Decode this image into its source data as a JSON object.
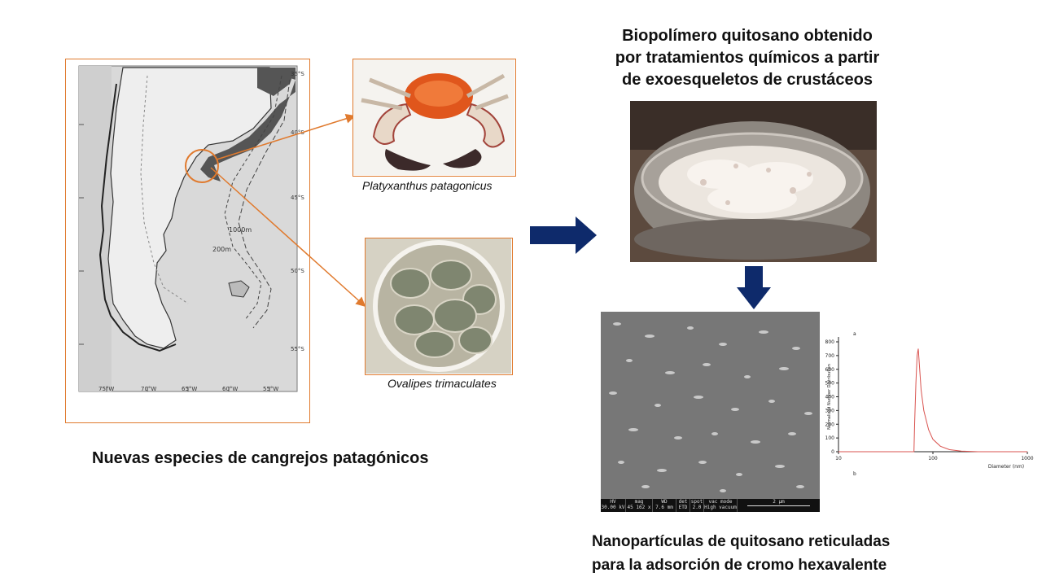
{
  "colors": {
    "accent_orange": "#e07a2e",
    "arrow_navy": "#0e2a6b",
    "land_dark": "#555555",
    "chart_line": "#d9534f"
  },
  "labels": {
    "chitosan_title": "Biopolímero quitosano obtenido\npor tratamientos químicos a partir\nde exoesqueletos de crustáceos",
    "crab1_name": "Platyxanthus patagonicus",
    "crab2_name": "Ovalipes trimaculates",
    "crabs_caption": "Nuevas especies de cangrejos patagónicos",
    "nano_caption": "Nanopartículas de quitosano reticuladas\npara la adsorción de cromo hexavalente"
  },
  "map": {
    "lat_labels": [
      "35°S",
      "40°S",
      "45°S",
      "50°S",
      "55°S"
    ],
    "lon_labels": [
      "75°W",
      "70°W",
      "65°W",
      "60°W",
      "55°W"
    ],
    "depth_labels": [
      "1000m",
      "200m"
    ]
  },
  "sem": {
    "cols": [
      {
        "head": "HV",
        "val": "30.00 kV"
      },
      {
        "head": "mag",
        "val": "45 162 x"
      },
      {
        "head": "WD",
        "val": "7.6 mm"
      },
      {
        "head": "det",
        "val": "ETD"
      },
      {
        "head": "spot",
        "val": "2.0"
      },
      {
        "head": "vac mode",
        "val": "High vacuum"
      }
    ],
    "scale_label": "2 μm"
  },
  "chart_data": {
    "type": "line",
    "panel_letter_top": "a",
    "panel_letter_bottom": "b",
    "xlabel": "Diameter (nm)",
    "ylabel": "Normalized Number Distribution",
    "x_scale": "log",
    "xlim": [
      10,
      1000
    ],
    "ylim": [
      0,
      800
    ],
    "xticks": [
      "10",
      "100",
      "1000"
    ],
    "yticks": [
      "0",
      "100",
      "200",
      "300",
      "400",
      "500",
      "600",
      "700",
      "800"
    ],
    "series": [
      {
        "x": [
          10,
          40,
          60,
          63,
          64,
          66,
          68,
          70,
          75,
          80,
          90,
          100,
          120,
          150,
          200,
          300,
          1000
        ],
        "y": [
          0,
          0,
          0,
          0,
          200,
          500,
          700,
          750,
          450,
          300,
          160,
          90,
          40,
          15,
          5,
          0,
          0
        ]
      }
    ]
  }
}
